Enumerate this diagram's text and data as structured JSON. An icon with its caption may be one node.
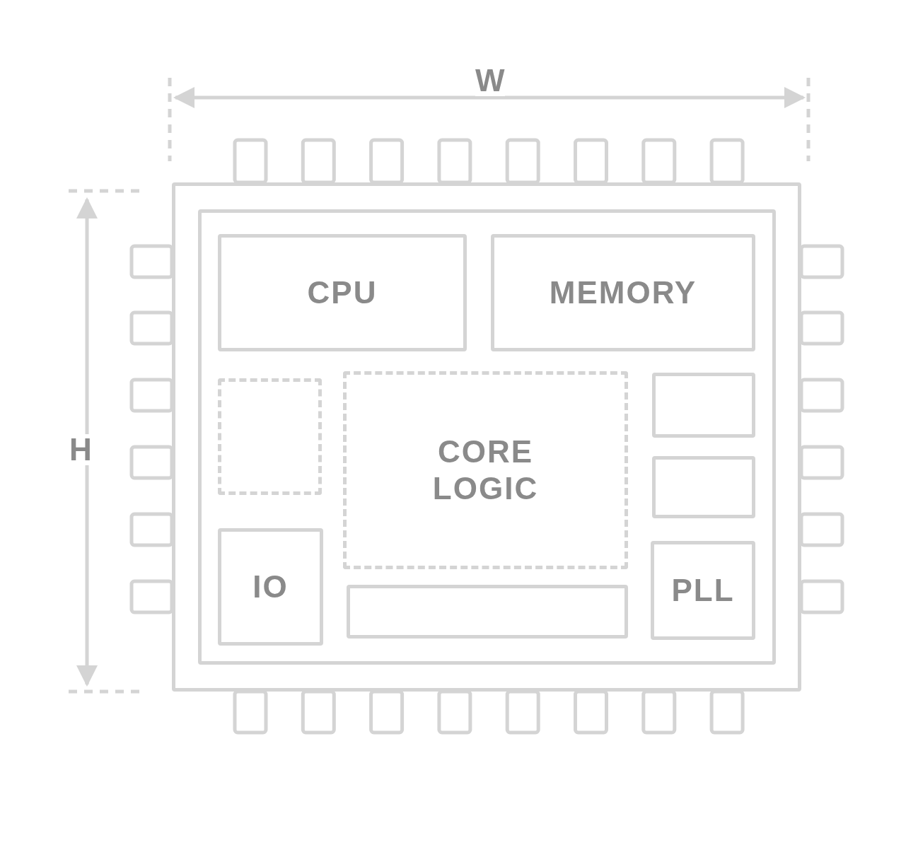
{
  "diagram": {
    "nodes": [
      {
        "text": [],
        "shape": "box"
      },
      {
        "text": [],
        "shape": "box",
        "in": 0
      },
      {
        "text": [
          "CPU"
        ],
        "in": 1
      },
      {
        "text": [
          "MEMORY"
        ],
        "in": 1
      },
      {
        "text": [],
        "shape": "box",
        "in": 1
      },
      {
        "text": [
          "CORE LOGIC"
        ],
        "in": 1
      },
      {
        "text": [],
        "shape": "box",
        "in": 1
      },
      {
        "text": [],
        "shape": "box",
        "in": 1
      },
      {
        "text": [
          "IO"
        ],
        "in": 1
      },
      {
        "text": [],
        "shape": "box",
        "in": 1
      },
      {
        "text": [
          "PLL"
        ],
        "in": 1
      }
    ],
    "edges": [],
    "labels": [
      "W",
      "H"
    ]
  }
}
